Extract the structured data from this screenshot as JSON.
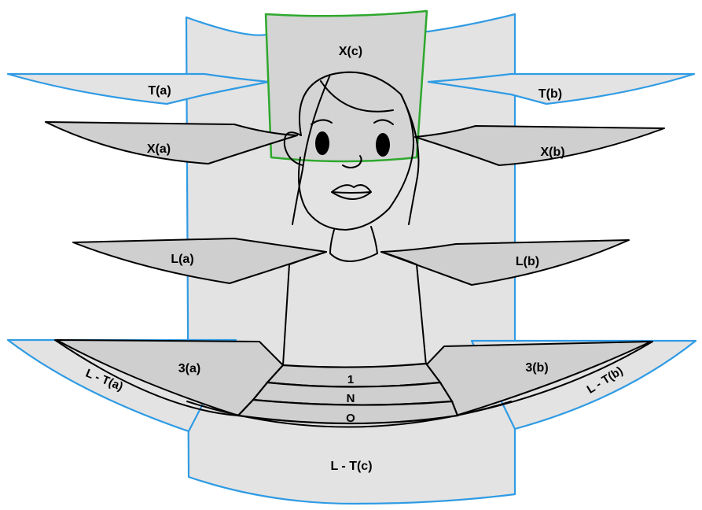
{
  "labels": {
    "x_c": "X(c)",
    "t_a": "T(a)",
    "t_b": "T(b)",
    "x_a": "X(a)",
    "x_b": "X(b)",
    "l_a": "L(a)",
    "l_b": "L(b)",
    "three_a": "3(a)",
    "three_b": "3(b)",
    "lt_a": "L - T(a)",
    "lt_b": "L - T(b)",
    "lt_c": "L - T(c)",
    "band_1": "1",
    "band_n": "N",
    "band_o": "O"
  },
  "colors": {
    "outline_blue": "#2f9be4",
    "outline_green": "#2ea82e",
    "fill_light": "#e3e3e3",
    "fill_grey": "#cfcfcf"
  }
}
